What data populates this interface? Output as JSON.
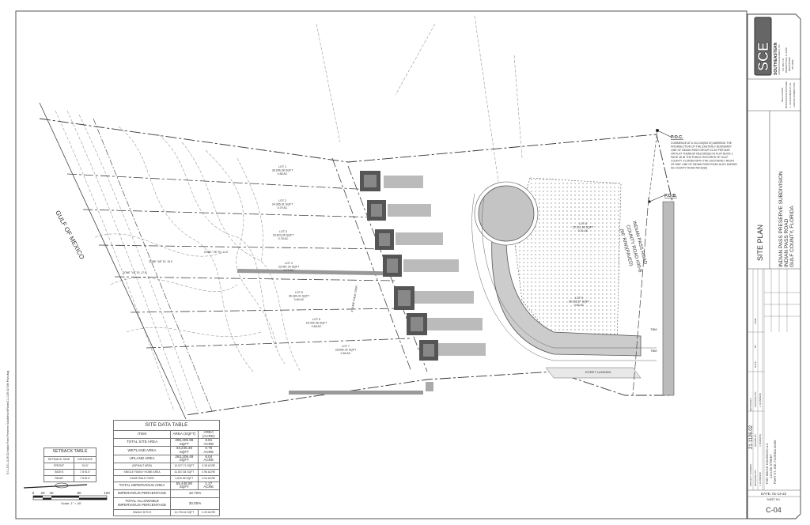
{
  "sheet": {
    "side_path": "S:\\1-J\\21-1126.02 Indian Pass Preserve Subdivision\\Plans\\21-1126.02 Site Plan.dwg",
    "gulf_label": "GULF OF MEXICO",
    "lots": [
      {
        "name": "LOT 1",
        "area": "36,996.38 SQFT",
        "acres": "0.85 AC"
      },
      {
        "name": "LOT 2",
        "area": "34,365.91 SQFT",
        "acres": "0.79 AC"
      },
      {
        "name": "LOT 3",
        "area": "33,623.36 SQFT",
        "acres": "0.78 AC"
      },
      {
        "name": "LOT 4",
        "area": "33,467.34 SQFT",
        "acres": "0.77 AC"
      },
      {
        "name": "LOT 5",
        "area": "36,384.41 SQFT",
        "acres": "0.84 AC"
      },
      {
        "name": "LOT 6",
        "area": "29,492.36 SQFT",
        "acres": "0.68 AC"
      },
      {
        "name": "LOT 7",
        "area": "28,892.32 SQFT",
        "acres": "0.66 AC"
      },
      {
        "name": "LOT 8",
        "area": "22,911.68 SQFT",
        "acres": "0.51 AC"
      },
      {
        "name": "LOT 9",
        "area": "36,038.57 SQFT",
        "acres": "0.82 AC"
      }
    ],
    "zones": [
      "ZONE \"VE\" EL 17.0'",
      "ZONE \"AE\" EL 15.0'",
      "ZONE \"VE\" EL 14.0'"
    ],
    "poc_label": "P.O.C.",
    "poc_text": [
      "COMMENCE AT A 4X4 CM(NO ID) MARKING THE",
      "INTERSECTION OF THE EASTERLY BOUNDARY",
      "LINE OF INDIAN PASS GROUP #1 AS PER MAP",
      "OR PLAT THEREOF RECORDED IN PLAT BOOK 1",
      "PAGE 48 IN THE PUBLIC RECORDS OF GULF",
      "COUNTY, FLORIDA WITH THE SOUTHERLY RIGHT",
      "OF WAY LINE OF INDIAN PASS ROAD ALSO KNOWN",
      "AS COUNTY ROAD #30-B(W)"
    ],
    "pob_label": "P.O.B.",
    "road_label_1": "INDIAN PASS ROAD",
    "road_label_2": "COUNTY ROAD #30-B",
    "road_label_3": "(66' R/W)(PAVED)",
    "egret_landing": "EGRET LANDING",
    "tbm_1": "TBM",
    "tbm_2": "TBM",
    "dune_walk": "4' DUNE WALK OVER"
  },
  "site_data_table": {
    "title": "SITE DATA TABLE",
    "headers": [
      "ITEM",
      "AREA (SQFT)",
      "AREA (ACRE)"
    ],
    "rows": [
      {
        "item": "TOTAL SITE AREA",
        "sqft": "296,405.98 SQFT",
        "acre": "6.81 ACRE"
      },
      {
        "item": "WETLAND AREA",
        "sqft": "33,246.48 SQFT",
        "acre": "0.76 ACRE"
      },
      {
        "item": "UPLAND AREA",
        "sqft": "263,209.49 SQFT",
        "acre": "6.04 ACRE"
      },
      {
        "item": "ASPHALT AREA",
        "sqft": "12,027.71 SQFT",
        "acre": "0.28 ACRE"
      },
      {
        "item": "SINGLE FAMILY HOME AREA",
        "sqft": "41,607.84 SQFT",
        "acre": "0.96 ACRE"
      },
      {
        "item": "DUNE WALK OVER",
        "sqft": "1,815.36 SQFT",
        "acre": "0.04 ACRE"
      },
      {
        "item": "TOTAL IMPERVIOUS AREA",
        "sqft": "55,448.90 SQFT",
        "acre": "1.27 ACRE"
      }
    ],
    "impervious_label": "IMPERVIOUS PERCENTAGE",
    "impervious_value": "18.70%",
    "allowable_label": "TOTAL ALLOWABLE IMPERVIOUS PERCENTAGE",
    "allowable_value": "30.00%",
    "swale": {
      "item": "SWALE DITCH",
      "sqft": "10,730.44 SQFT",
      "acre": "0.25 ACRE"
    }
  },
  "setback_table": {
    "title": "SETBACK TABLE",
    "headers": [
      "SETBACK SIDE",
      "DISTANCE"
    ],
    "rows": [
      {
        "side": "FRONT",
        "dist": "20.0'"
      },
      {
        "side": "SIDES",
        "dist": "7.5'/5.0'"
      },
      {
        "side": "REAR",
        "dist": "7.5'/5.0'"
      }
    ]
  },
  "scale": {
    "ticks": [
      "0",
      "20",
      "40",
      "80",
      "120"
    ],
    "label": "Scale: 1\" = 40'"
  },
  "title_block": {
    "company_logo": "SCE",
    "company_name": "SOUTHEASTERN",
    "company_sub": "CONSULTING ENGINEERS, INC.",
    "company_addr": [
      "P.O. BOX 741",
      "WEWAHITCHKA, FL 32465",
      "(850) 639-5960",
      "LB# 29089"
    ],
    "seal": [
      "SEAL FLORIDA",
      "PROFESSIONAL ENGINEER",
      "L. JACK HUSBAND III, P.E.",
      "LICENSE NUMBER 57169"
    ],
    "sheet_title": "SITE PLAN",
    "project_title": [
      "INDIAN PASS PRESERVE SUBDIVISION",
      "INDIAN PASS ROAD",
      "GULF COUNTY, FLORIDA"
    ],
    "project_number_label": "PROJECT NUMBER:",
    "project_number": "21-1126.02",
    "revisions_label": "REVISIONS:",
    "rev_headers": [
      "DATE",
      "BY",
      "ITEM"
    ],
    "designed_by_label": "DESIGNED BY:",
    "drawn_by_label": "DRAWN BY:",
    "checked_by_label": "CHECKED BY:",
    "designed_by": "J. HUSBAND",
    "drawn_by": "J. BARROS",
    "checked_by": "J. HUSBAND",
    "client": [
      "FOR: MAYLE HOLDINGS LLC",
      "210 LEE STREET",
      "PORT ST. JOE, FLORIDA 32456"
    ],
    "date": "DATE: 01-13-22",
    "sheet_no_label": "SHEET NO.",
    "sheet_no": "C-04"
  }
}
